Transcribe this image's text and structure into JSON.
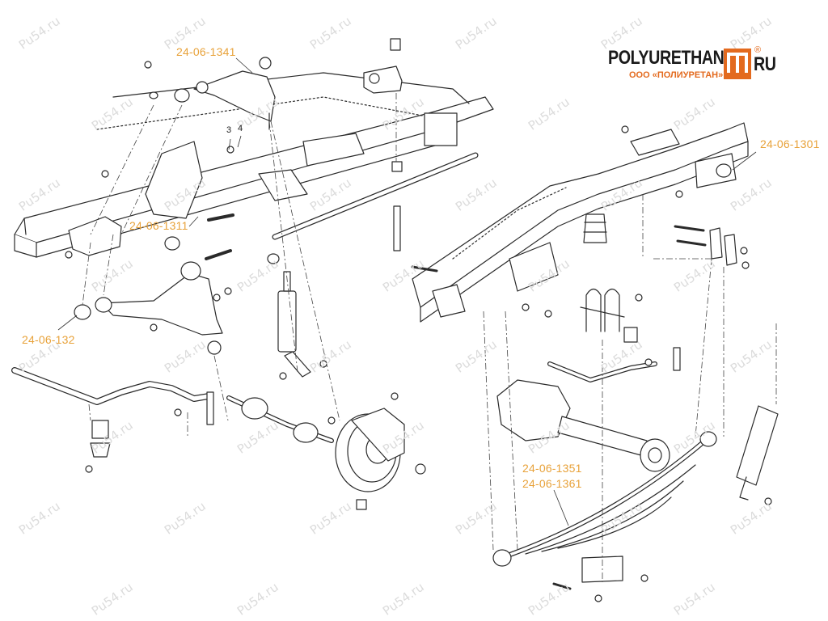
{
  "logo": {
    "word_left": "POLYURETHAN",
    "word_right": "RU",
    "registered": "®",
    "subtitle": "ООО «ПОЛИУРЕТАН»",
    "mark_color": "#e36a1e",
    "text_color": "#1a1a1a"
  },
  "callouts": {
    "upper_arm": "24-06-1341",
    "upper_bushing_front": "24-06-1311",
    "lower_arm": "24-06-132",
    "rear_frame": "24-06-1301",
    "leaf_spring_1": "24-06-1351",
    "leaf_spring_2": "24-06-1361"
  },
  "numbers": {
    "n3": "3",
    "n4": "4"
  },
  "watermark": "Pu54.ru",
  "colors": {
    "callout": "#e8a23a",
    "line": "#2a2a2a",
    "fill": "#ffffff",
    "watermark": "#dcdcdc"
  }
}
